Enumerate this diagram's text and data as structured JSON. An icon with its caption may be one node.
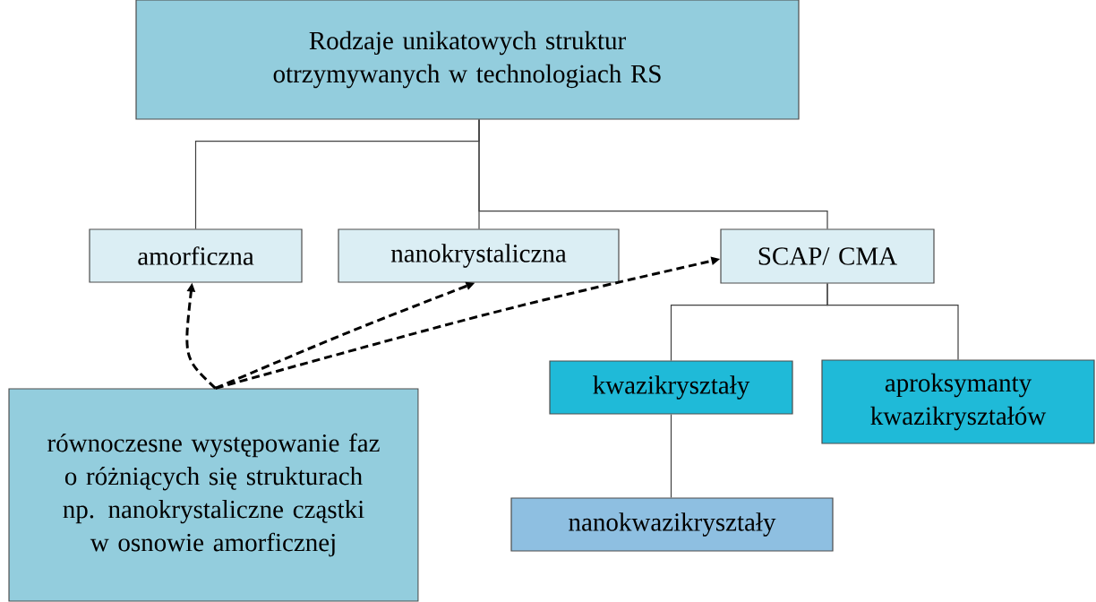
{
  "diagram": {
    "nodes": [
      {
        "text": [
          "Rodzaje unikatowych struktur otrzymywanych w technologiach RS"
        ]
      },
      {
        "text": [
          "amorficzna"
        ]
      },
      {
        "text": [
          "nanokrystaliczna"
        ]
      },
      {
        "text": [
          "SCAP/ CMA"
        ]
      },
      {
        "text": [
          "kwazikryształy"
        ]
      },
      {
        "text": [
          "aproksymanty kwazikryształów"
        ]
      },
      {
        "text": [
          "nanokwazikryształy"
        ]
      },
      {
        "text": [
          "równoczesne występowanie faz o różniących się strukturach",
          "np. nanokrystaliczne cząstki w osnowie amorficznej"
        ]
      }
    ],
    "edges": [
      {
        "from": 0,
        "to": 1,
        "arrow": "none"
      },
      {
        "from": 0,
        "to": 2,
        "arrow": "none"
      },
      {
        "from": 0,
        "to": 3,
        "arrow": "none"
      },
      {
        "from": 3,
        "to": 4,
        "arrow": "none"
      },
      {
        "from": 3,
        "to": 5,
        "arrow": "none"
      },
      {
        "from": 4,
        "to": 6,
        "arrow": "none"
      },
      {
        "from": 7,
        "to": 1,
        "arrow": "to",
        "style": "dashed"
      },
      {
        "from": 7,
        "to": 2,
        "arrow": "to",
        "style": "dashed"
      },
      {
        "from": 7,
        "to": 3,
        "arrow": "to",
        "style": "dashed"
      }
    ]
  }
}
